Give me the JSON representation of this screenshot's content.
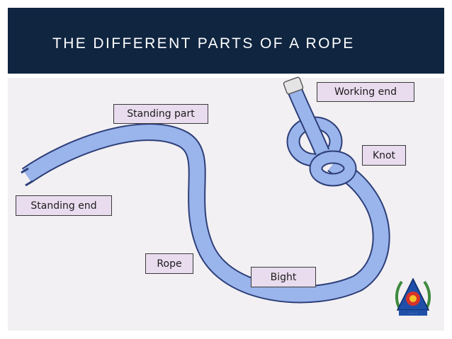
{
  "slide": {
    "title": "THE DIFFERENT PARTS OF A ROPE"
  },
  "labels": {
    "working_end": "Working end",
    "standing_part": "Standing part",
    "knot": "Knot",
    "standing_end": "Standing end",
    "rope": "Rope",
    "bight": "Bight"
  },
  "colors": {
    "title_bar": "#0f2540",
    "title_text": "#ffffff",
    "rope_fill": "#9ab4ec",
    "rope_outline": "#2e3f78",
    "label_fill": "#e9dcee",
    "diagram_bg": "#f2f0f3"
  },
  "icons": {
    "emblem": "civil-defence-logo-icon"
  }
}
